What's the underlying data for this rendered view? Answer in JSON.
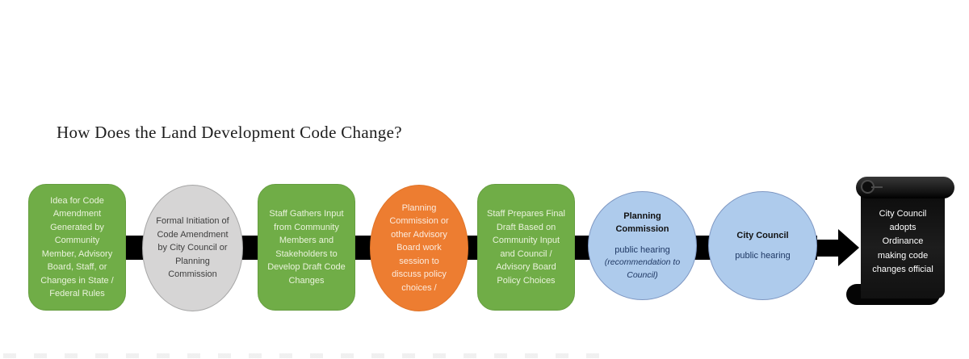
{
  "title": "How Does the Land Development Code Change?",
  "colors": {
    "green_fill": "#70AD47",
    "gray_fill": "#D6D5D5",
    "gray_border": "#A6A6A6",
    "orange_fill": "#ED7D31",
    "blue_fill": "#AECBEC",
    "black_fill": "#000000",
    "text_on_green": "#EAF3DC",
    "text_on_gray": "#3F3F3F",
    "text_on_orange": "#FBEBDE",
    "text_on_blue": "#1F3864",
    "text_on_black": "#FFFFFF"
  },
  "steps": [
    {
      "shape": "rounded-rectangle",
      "color": "green",
      "text": "Idea for Code Amendment Generated by Community Member, Advisory Board, Staff, or Changes in State / Federal Rules"
    },
    {
      "shape": "ellipse",
      "color": "gray",
      "text": "Formal Initiation of Code Amendment by City Council or Planning Commission"
    },
    {
      "shape": "rounded-rectangle",
      "color": "green",
      "text": "Staff Gathers Input from Community Members and Stakeholders to Develop Draft Code Changes"
    },
    {
      "shape": "ellipse",
      "color": "orange",
      "text": "Planning Commission or other Advisory Board work session to discuss policy choices /"
    },
    {
      "shape": "rounded-rectangle",
      "color": "green",
      "text": "Staff Prepares Final Draft Based on Community Input and Council / Advisory Board Policy Choices"
    },
    {
      "shape": "circle",
      "color": "blue",
      "title": "Planning Commission",
      "subtitle": "public hearing",
      "note": "(recommendation to Council)"
    },
    {
      "shape": "circle",
      "color": "blue",
      "title": "City Council",
      "subtitle": "public hearing"
    },
    {
      "shape": "vertical-scroll",
      "color": "black",
      "text": "City Council adopts Ordinance making code changes official"
    }
  ]
}
